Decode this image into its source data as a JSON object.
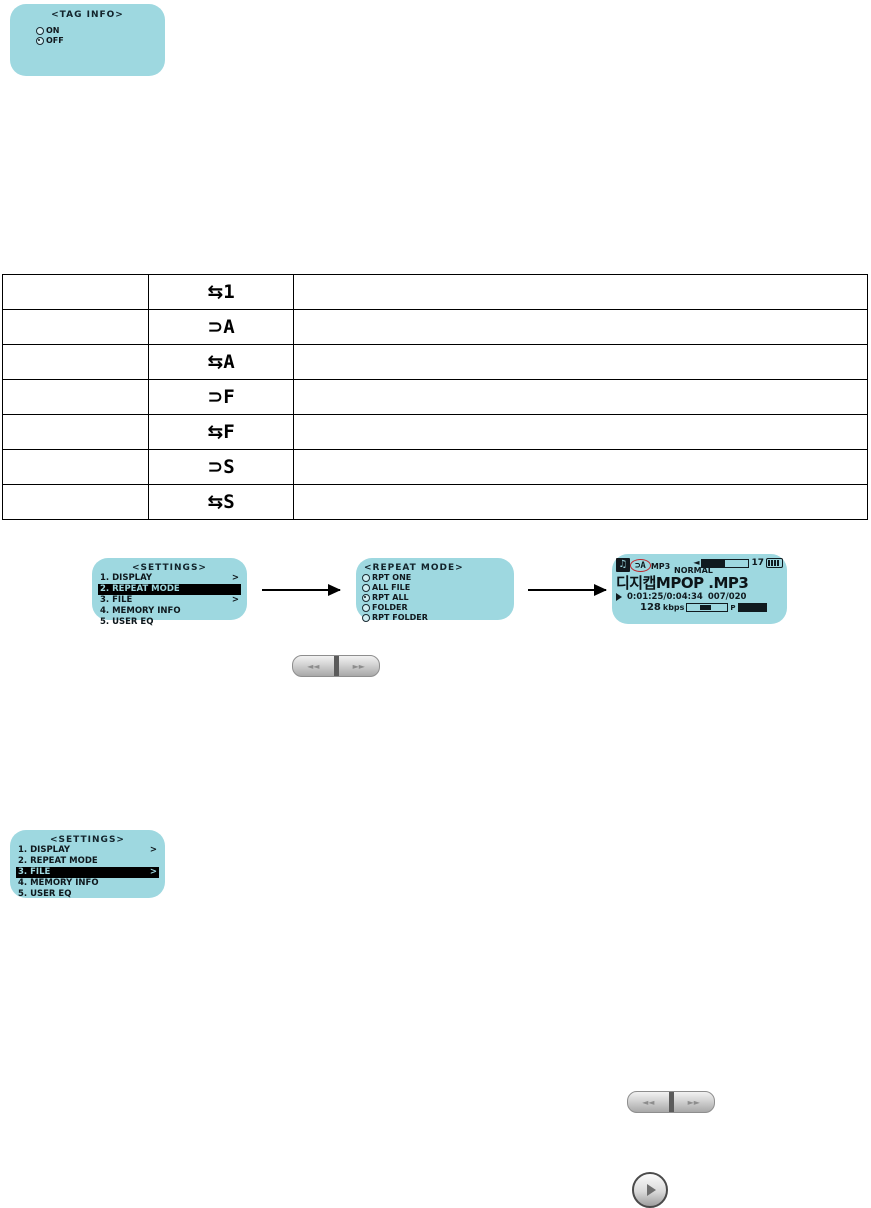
{
  "tag_info_screen": {
    "title": "<TAG INFO>",
    "options": [
      {
        "label": "ON",
        "selected": false
      },
      {
        "label": "OFF",
        "selected": true
      }
    ]
  },
  "repeat_table": {
    "rows": [
      {
        "icon": "1",
        "icon_name": "repeat-one-icon",
        "loop": "full",
        "label_left": "",
        "label_right": ""
      },
      {
        "icon": "A",
        "icon_name": "repeat-all-file-icon",
        "loop": "half",
        "label_left": "",
        "label_right": ""
      },
      {
        "icon": "A",
        "icon_name": "repeat-all-icon",
        "loop": "full",
        "label_left": "",
        "label_right": ""
      },
      {
        "icon": "F",
        "icon_name": "folder-icon",
        "loop": "half",
        "label_left": "",
        "label_right": ""
      },
      {
        "icon": "F",
        "icon_name": "repeat-folder-icon",
        "loop": "full",
        "label_left": "",
        "label_right": ""
      },
      {
        "icon": "S",
        "icon_name": "shuffle-icon",
        "loop": "half",
        "label_left": "",
        "label_right": ""
      },
      {
        "icon": "S",
        "icon_name": "repeat-shuffle-icon",
        "loop": "full",
        "label_left": "",
        "label_right": ""
      }
    ]
  },
  "settings_screen_1": {
    "title": "<SETTINGS>",
    "items": [
      {
        "label": "1. DISPLAY",
        "chevron": ">",
        "selected": false
      },
      {
        "label": "2. REPEAT MODE",
        "chevron": "",
        "selected": true
      },
      {
        "label": "3. FILE",
        "chevron": ">",
        "selected": false
      },
      {
        "label": "4. MEMORY INFO",
        "chevron": "",
        "selected": false
      },
      {
        "label": "5. USER EQ",
        "chevron": "",
        "selected": false
      }
    ]
  },
  "repeat_mode_screen": {
    "title": "<REPEAT MODE>",
    "options": [
      {
        "label": "RPT ONE",
        "selected": false
      },
      {
        "label": "ALL FILE",
        "selected": false
      },
      {
        "label": "RPT ALL",
        "selected": true
      },
      {
        "label": "FOLDER",
        "selected": false
      },
      {
        "label": "RPT FOLDER",
        "selected": false
      }
    ]
  },
  "play_screen": {
    "repeat_badge": "A",
    "format": "MP3",
    "eq_mode": "NORMAL",
    "volume_value": "17",
    "track_title_korean": "디지캡",
    "track_title_file": "MPOP .MP3",
    "elapsed_total": "0:01:25/0:04:34",
    "track_index": "007/020",
    "bitrate_value": "128",
    "bitrate_unit": "kbps",
    "progress_mark": "P"
  },
  "settings_screen_2": {
    "title": "<SETTINGS>",
    "items": [
      {
        "label": "1. DISPLAY",
        "chevron": ">",
        "selected": false
      },
      {
        "label": "2. REPEAT MODE",
        "chevron": "",
        "selected": false
      },
      {
        "label": "3. FILE",
        "chevron": ">",
        "selected": true
      },
      {
        "label": "4. MEMORY INFO",
        "chevron": "",
        "selected": false
      },
      {
        "label": "5. USER EQ",
        "chevron": "",
        "selected": false
      }
    ]
  },
  "buttons": {
    "rocker_left_glyph": "◄◄",
    "rocker_right_glyph": "►►",
    "play_glyph": "►"
  },
  "colors": {
    "lcd_background": "#9ed8e0",
    "lcd_text": "#101a1f",
    "annotation_red": "#c0272d"
  }
}
